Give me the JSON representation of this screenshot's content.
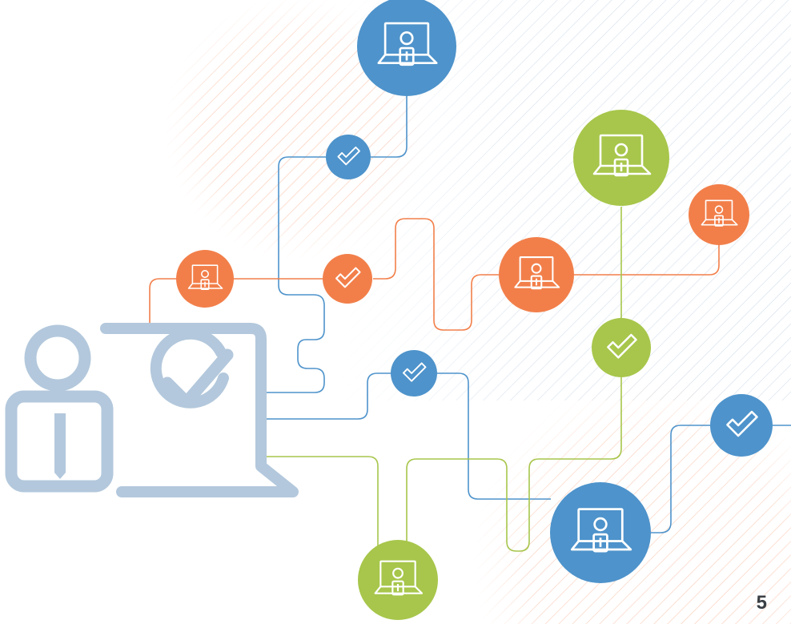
{
  "page": {
    "number": "5"
  },
  "colors": {
    "blue": "#4e93cb",
    "orange": "#f27f4a",
    "green": "#a7c64b",
    "gray": "#b3c8dc",
    "orange_hatch": "#fbcbb6",
    "blue_hatch": "#c9d8e8",
    "number_text": "#3a3f44"
  },
  "diagram": {
    "hub": {
      "icons": [
        "person-icon",
        "laptop-icon",
        "check-circle-icon"
      ]
    },
    "nodes": [
      {
        "id": "blue-top",
        "kind": "workstation",
        "color": "blue",
        "icon": "user-at-laptop-icon"
      },
      {
        "id": "green-upper-right",
        "kind": "workstation",
        "color": "green",
        "icon": "user-at-laptop-icon"
      },
      {
        "id": "orange-far-right",
        "kind": "workstation",
        "color": "orange",
        "icon": "user-at-laptop-icon"
      },
      {
        "id": "orange-center",
        "kind": "workstation",
        "color": "orange",
        "icon": "user-at-laptop-icon"
      },
      {
        "id": "orange-left",
        "kind": "workstation",
        "color": "orange",
        "icon": "user-at-laptop-icon"
      },
      {
        "id": "blue-bottom-right",
        "kind": "workstation",
        "color": "blue",
        "icon": "user-at-laptop-icon"
      },
      {
        "id": "green-bottom",
        "kind": "workstation",
        "color": "green",
        "icon": "user-at-laptop-icon"
      },
      {
        "id": "check-blue-top",
        "kind": "check",
        "color": "blue",
        "icon": "check-icon"
      },
      {
        "id": "check-orange",
        "kind": "check",
        "color": "orange",
        "icon": "check-icon"
      },
      {
        "id": "check-blue-mid",
        "kind": "check",
        "color": "blue",
        "icon": "check-icon"
      },
      {
        "id": "check-green",
        "kind": "check",
        "color": "green",
        "icon": "check-icon"
      },
      {
        "id": "check-blue-right",
        "kind": "check",
        "color": "blue",
        "icon": "check-icon"
      }
    ]
  }
}
